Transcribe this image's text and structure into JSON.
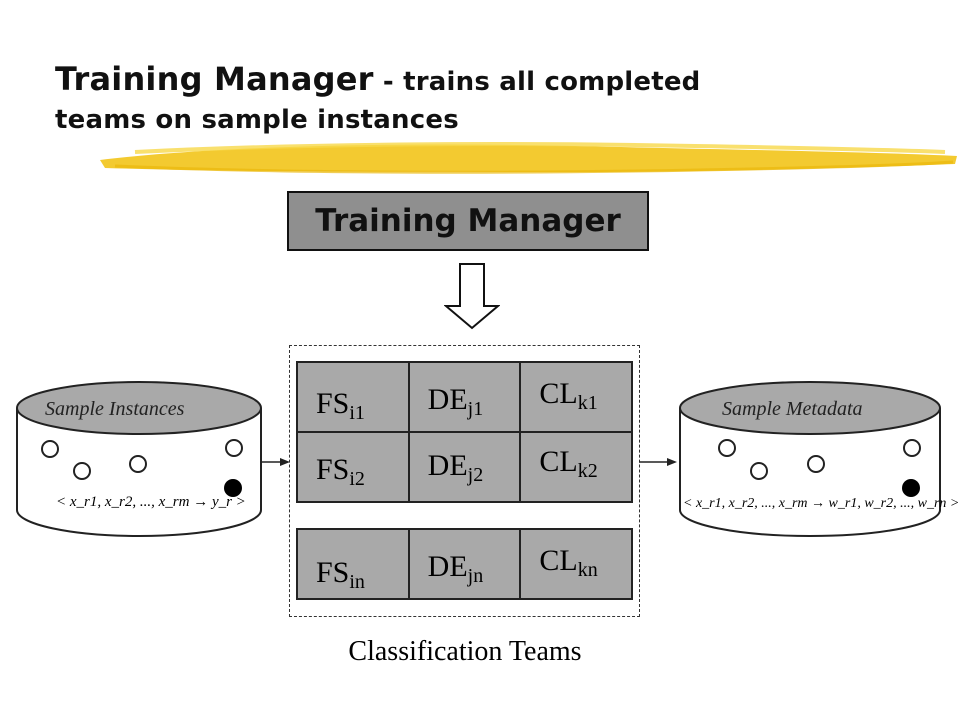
{
  "title": {
    "main": "Training Manager",
    "rest_line1": " - trains all completed",
    "line2": "teams on sample instances"
  },
  "colors": {
    "highlight": "#f2c41a",
    "box_fill": "#8f8f8f",
    "cell_fill": "#a9a9a9"
  },
  "manager_box": {
    "label": "Training Manager"
  },
  "teams": {
    "caption": "Classification Teams",
    "rows": [
      {
        "fs": "FS",
        "fs_sub": "i1",
        "de": "DE",
        "de_sub": "j1",
        "cl": "CL",
        "cl_sub": "k1"
      },
      {
        "fs": "FS",
        "fs_sub": "i2",
        "de": "DE",
        "de_sub": "j2",
        "cl": "CL",
        "cl_sub": "k2"
      },
      {
        "fs": "FS",
        "fs_sub": "in",
        "de": "DE",
        "de_sub": "jn",
        "cl": "CL",
        "cl_sub": "kn"
      }
    ]
  },
  "left_db": {
    "label": "Sample Instances",
    "formula": "< x_r1, x_r2, ..., x_rm → y_r >"
  },
  "right_db": {
    "label": "Sample Metadata",
    "formula": "< x_r1, x_r2, ..., x_rm → w_r1, w_r2, ..., w_rn >"
  }
}
